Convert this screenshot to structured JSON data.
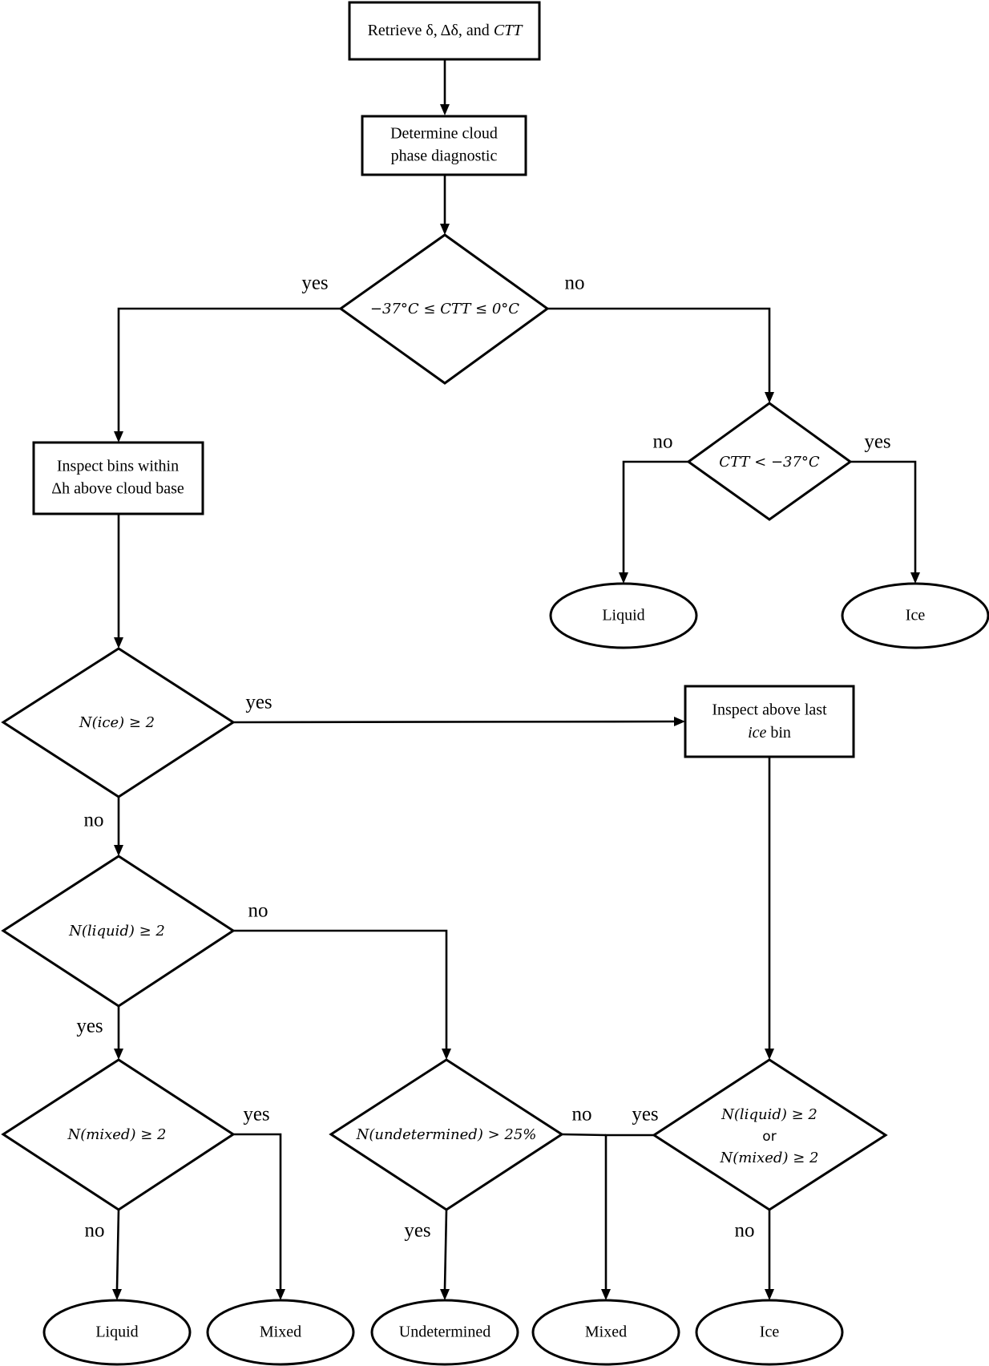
{
  "diagram": {
    "type": "flowchart",
    "nodes": {
      "retrieve": {
        "kind": "process",
        "text": "Retrieve δ, Δδ, and ",
        "text_italic": "CTT"
      },
      "determine": {
        "kind": "process",
        "line1": "Determine cloud",
        "line2": "phase diagnostic"
      },
      "ctt_range": {
        "kind": "decision",
        "text": "−37°C ≤ CTT ≤ 0°C"
      },
      "ctt_cold": {
        "kind": "decision",
        "text": "CTT < −37°C"
      },
      "liquid_top": {
        "kind": "terminal",
        "text": "Liquid"
      },
      "ice_top": {
        "kind": "terminal",
        "text": "Ice"
      },
      "inspect_base": {
        "kind": "process",
        "line1": "Inspect bins within",
        "line2": "Δh above cloud base"
      },
      "n_ice": {
        "kind": "decision",
        "text": "N(ice) ≥ 2"
      },
      "inspect_above": {
        "kind": "process",
        "line1": "Inspect above last",
        "line2_italic": "ice",
        "line2_rest": " bin"
      },
      "n_liquid": {
        "kind": "decision",
        "text": "N(liquid) ≥ 2"
      },
      "n_mixed": {
        "kind": "decision",
        "text": "N(mixed) ≥ 2"
      },
      "n_undetermined": {
        "kind": "decision",
        "text": "N(undetermined) > 25%"
      },
      "n_liq_or_mix": {
        "kind": "decision",
        "line1": "N(liquid) ≥ 2",
        "line2": "or",
        "line3": "N(mixed) ≥ 2"
      },
      "liquid_bottom": {
        "kind": "terminal",
        "text": "Liquid"
      },
      "mixed_1": {
        "kind": "terminal",
        "text": "Mixed"
      },
      "undetermined": {
        "kind": "terminal",
        "text": "Undetermined"
      },
      "mixed_2": {
        "kind": "terminal",
        "text": "Mixed"
      },
      "ice_bottom": {
        "kind": "terminal",
        "text": "Ice"
      }
    },
    "edge_labels": {
      "ctt_range_yes": "yes",
      "ctt_range_no": "no",
      "ctt_cold_no": "no",
      "ctt_cold_yes": "yes",
      "n_ice_yes": "yes",
      "n_ice_no": "no",
      "n_liquid_no": "no",
      "n_liquid_yes": "yes",
      "n_mixed_yes": "yes",
      "n_mixed_no": "no",
      "n_undetermined_no": "no",
      "n_undetermined_yes": "yes",
      "n_liq_or_mix_yes": "yes",
      "n_liq_or_mix_no": "no"
    },
    "edges": [
      [
        "retrieve",
        "determine",
        ""
      ],
      [
        "determine",
        "ctt_range",
        ""
      ],
      [
        "ctt_range",
        "inspect_base",
        "yes"
      ],
      [
        "ctt_range",
        "ctt_cold",
        "no"
      ],
      [
        "ctt_cold",
        "liquid_top",
        "no"
      ],
      [
        "ctt_cold",
        "ice_top",
        "yes"
      ],
      [
        "inspect_base",
        "n_ice",
        ""
      ],
      [
        "n_ice",
        "inspect_above",
        "yes"
      ],
      [
        "n_ice",
        "n_liquid",
        "no"
      ],
      [
        "inspect_above",
        "n_liq_or_mix",
        ""
      ],
      [
        "n_liquid",
        "n_mixed",
        "yes"
      ],
      [
        "n_liquid",
        "n_undetermined",
        "no"
      ],
      [
        "n_mixed",
        "liquid_bottom",
        "no"
      ],
      [
        "n_mixed",
        "mixed_1",
        "yes"
      ],
      [
        "n_undetermined",
        "undetermined",
        "yes"
      ],
      [
        "n_undetermined",
        "mixed_2",
        "no"
      ],
      [
        "n_liq_or_mix",
        "mixed_2",
        "yes"
      ],
      [
        "n_liq_or_mix",
        "ice_bottom",
        "no"
      ]
    ]
  }
}
